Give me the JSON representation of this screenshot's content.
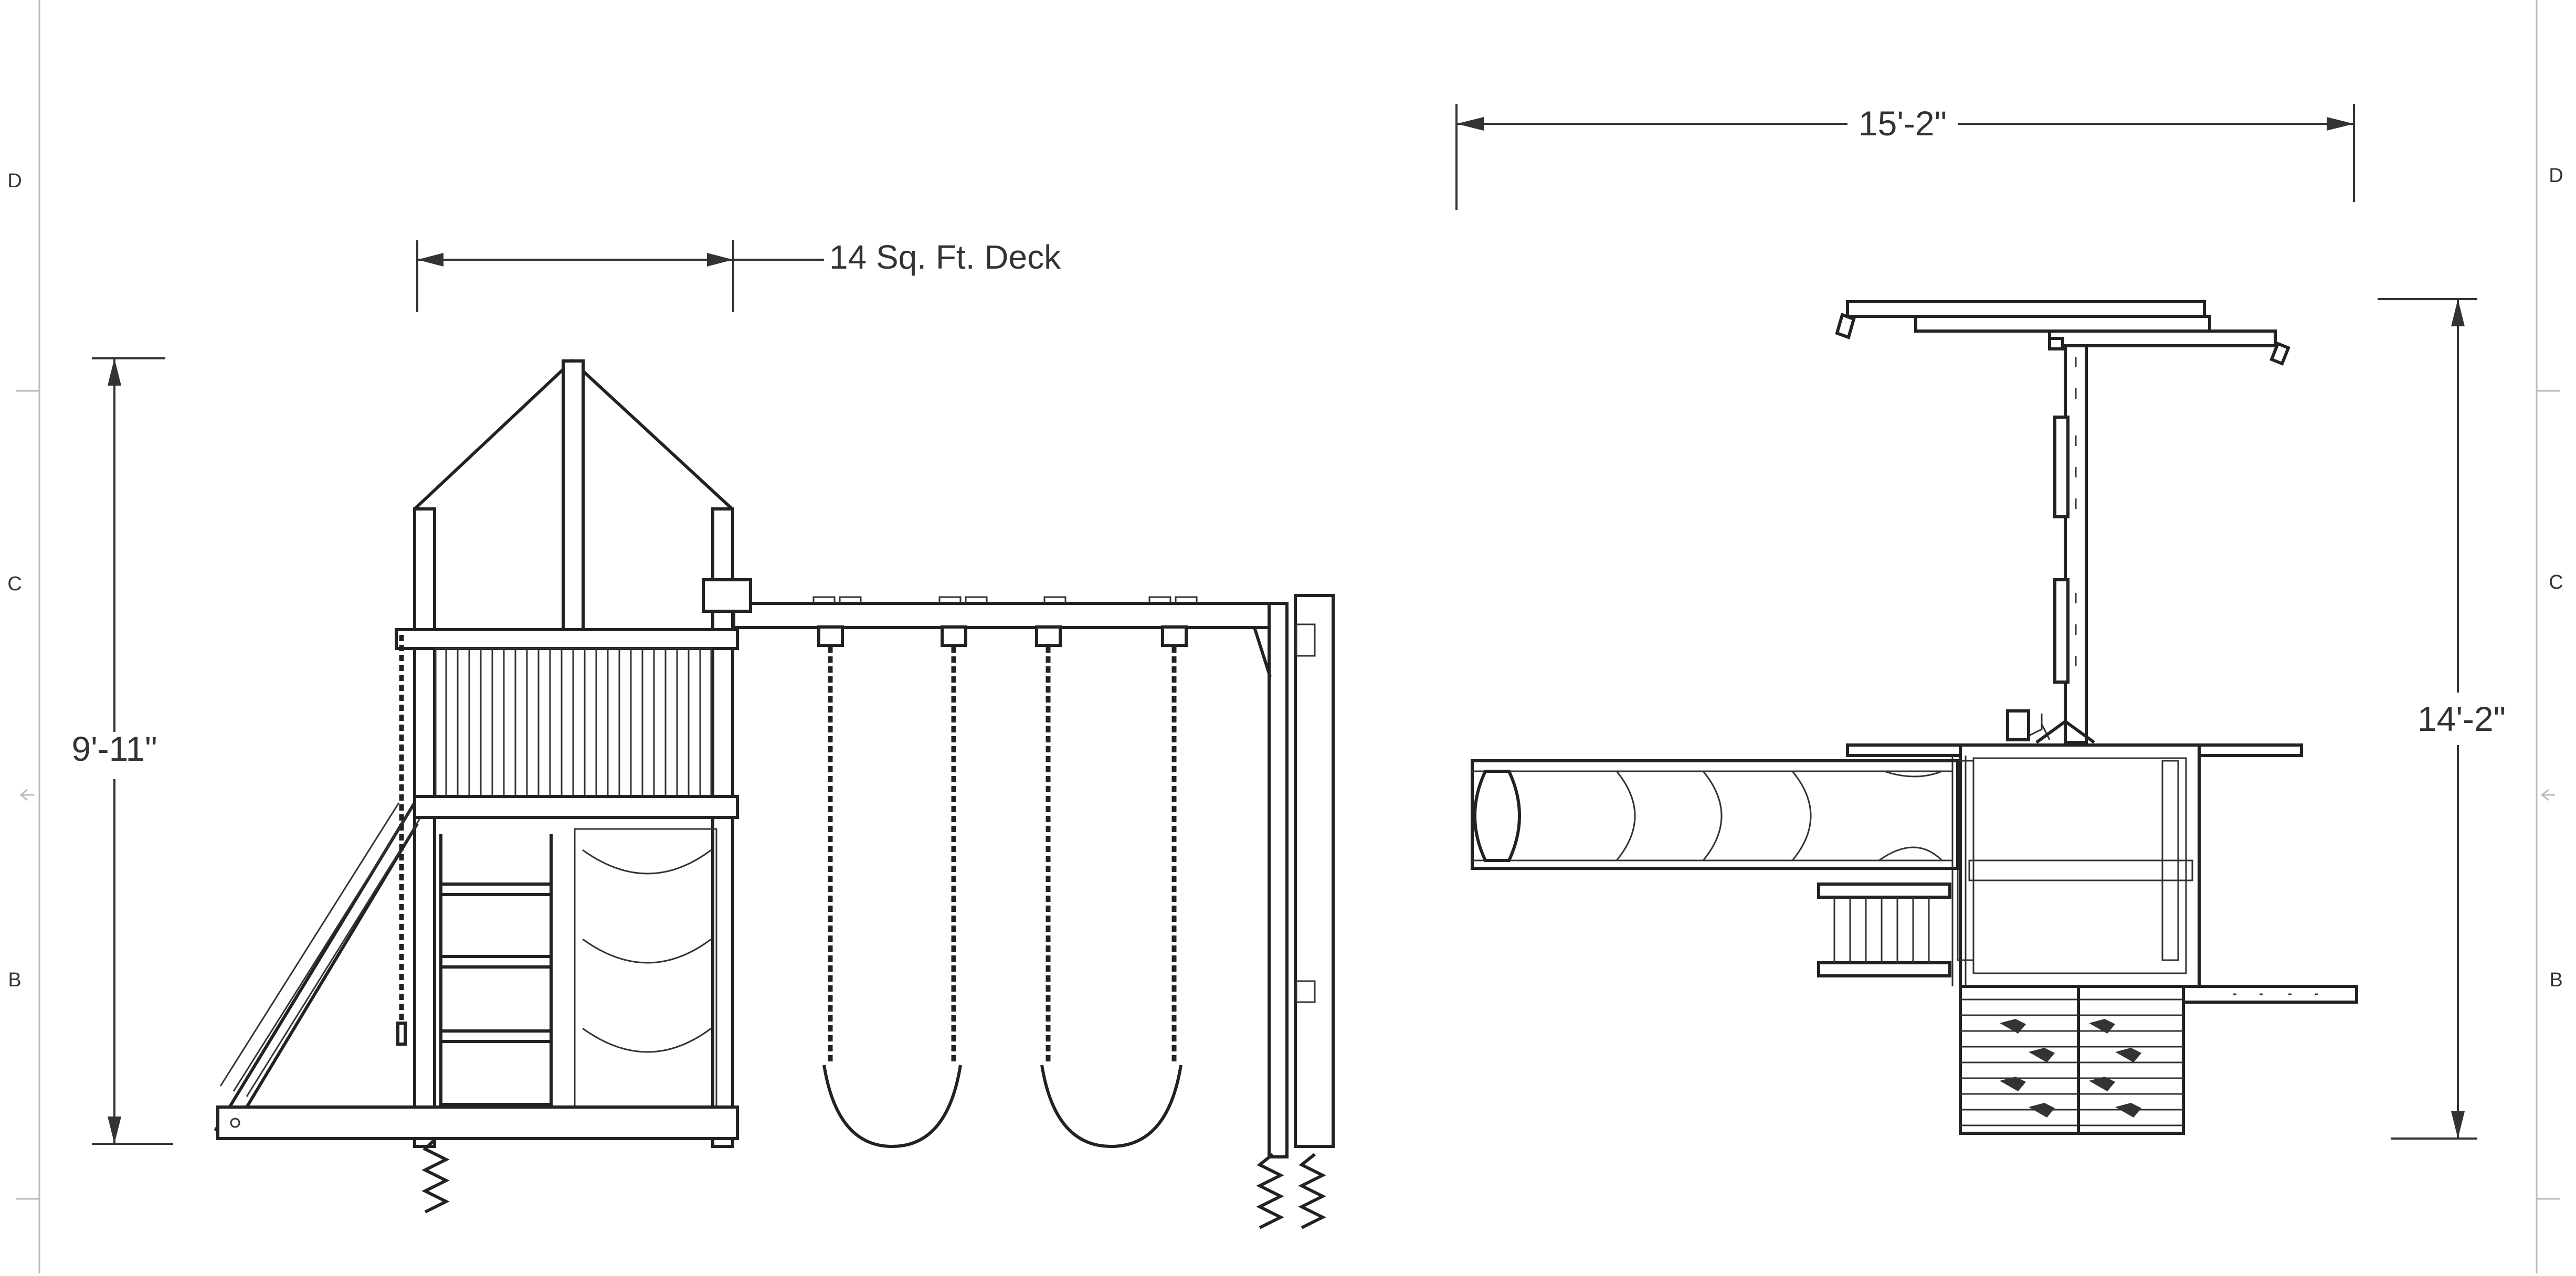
{
  "grid": {
    "rows_left": [
      "D",
      "C",
      "B"
    ],
    "rows_right": [
      "D",
      "C",
      "B"
    ]
  },
  "dimensions": {
    "deck": "14 Sq. Ft. Deck",
    "side_height": "9'-11\"",
    "top_width": "15'-2\"",
    "top_depth": "14'-2\""
  },
  "colors": {
    "line": "#222222",
    "text": "#333333",
    "background": "#ffffff"
  }
}
